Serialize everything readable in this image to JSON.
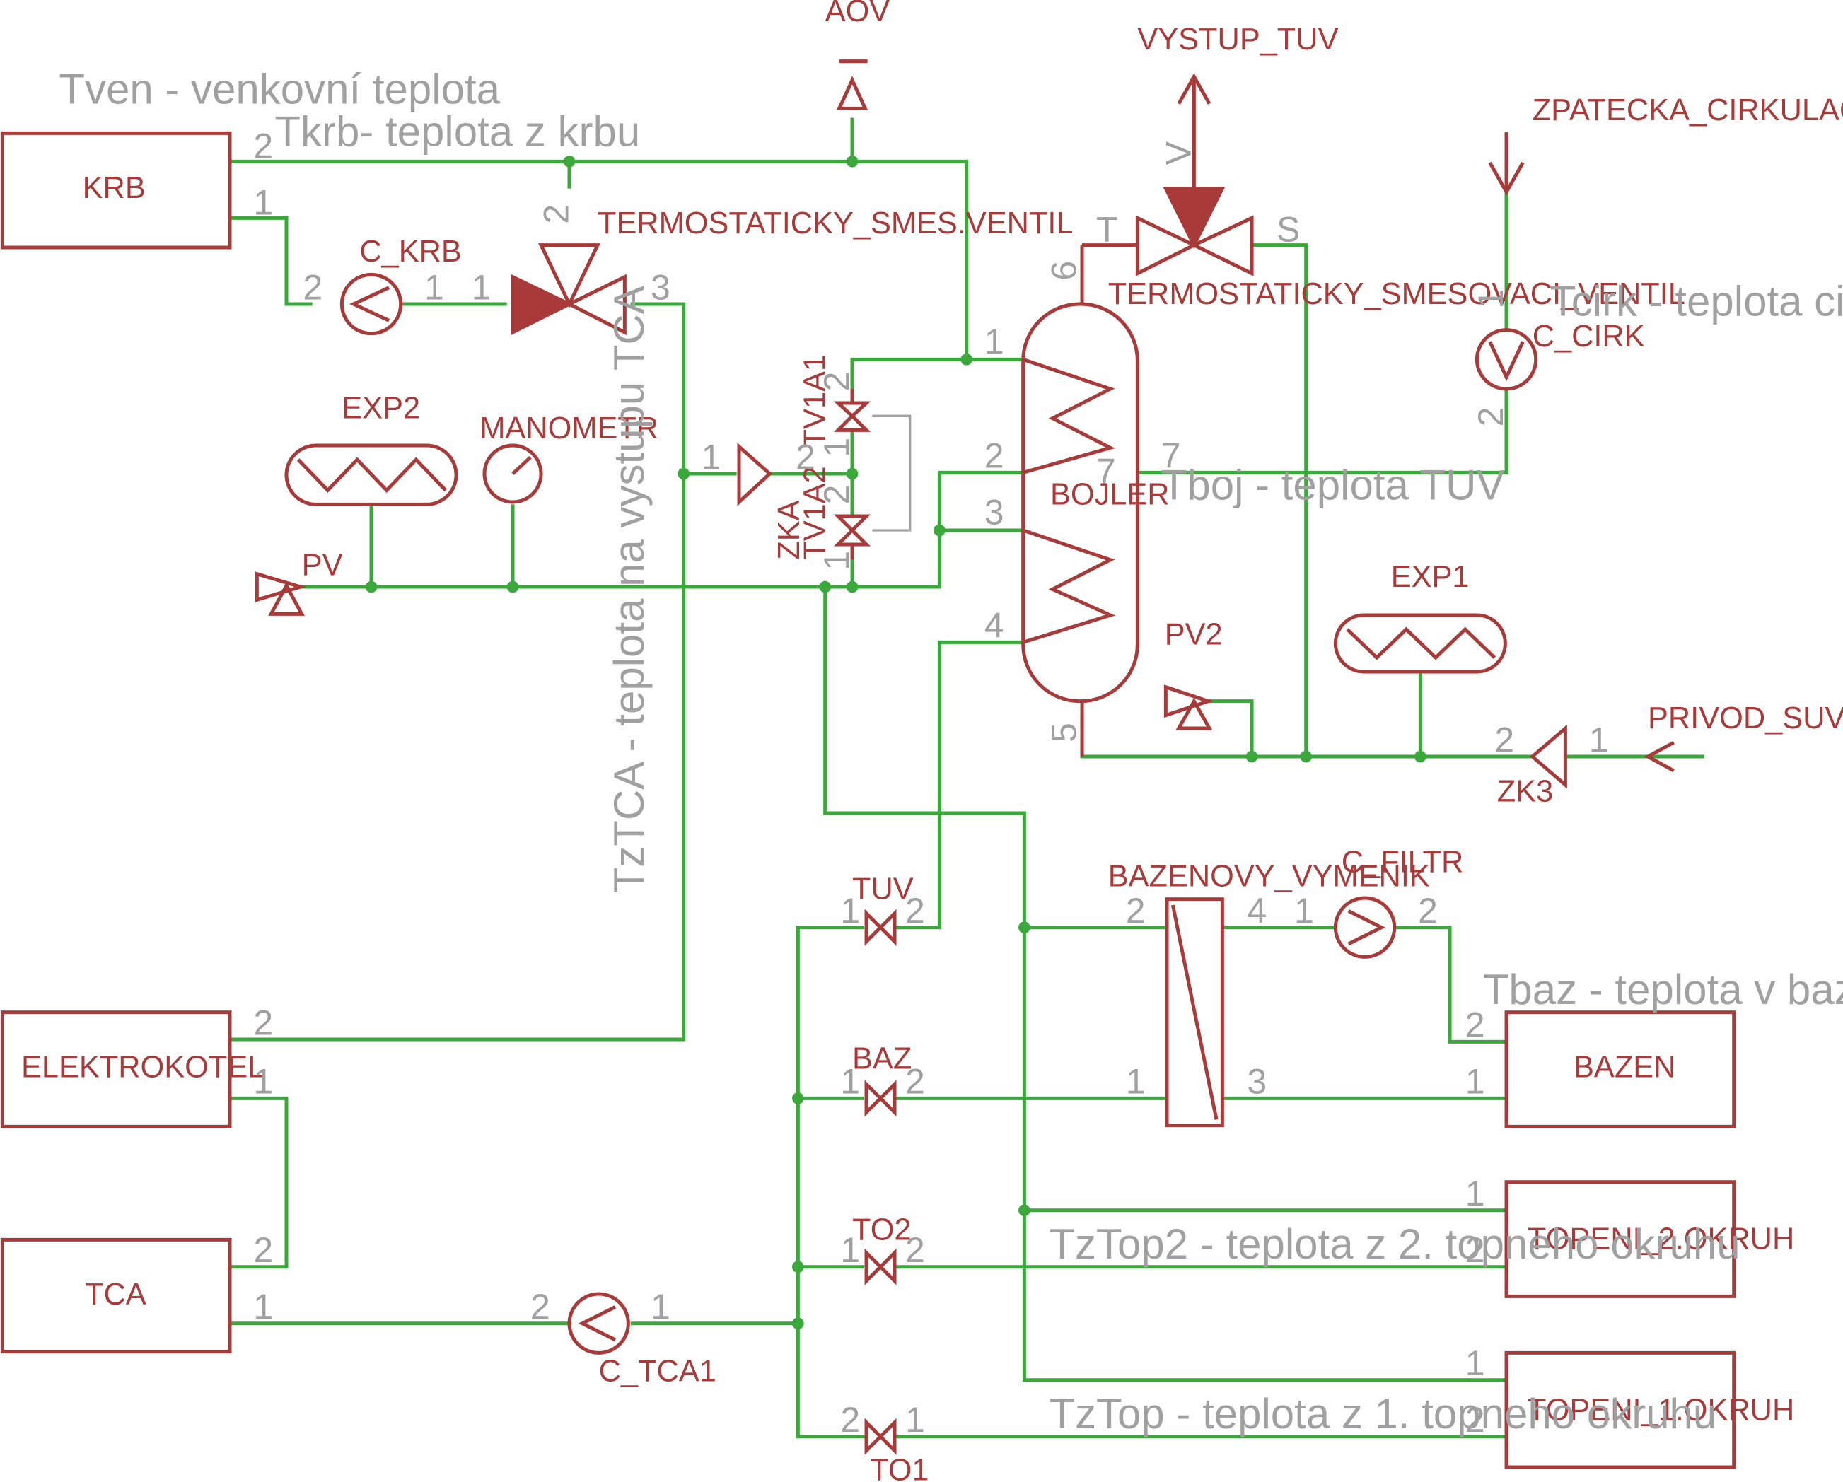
{
  "components": {
    "krb": "KRB",
    "elektrokotel": "ELEKTROKOTEL",
    "tca": "TCA",
    "bazen": "BAZEN",
    "topeni2": "TOPENI_2.OKRUH",
    "topeni1": "TOPENI_1.OKRUH",
    "bojler": "BOJLER",
    "aov": "AOV",
    "vystup_tuv": "VYSTUP_TUV",
    "zpatecka": "ZPATECKA_CIRKULACE",
    "termo_smes": "TERMOSTATICKY_SMES.VENTIL",
    "termo_smesovaci": "TERMOSTATICKY_SMESOVACI_VENTIL",
    "c_krb": "C_KRB",
    "exp2": "EXP2",
    "manometr": "MANOMETR",
    "pv": "PV",
    "tv1a1": "TV1A1",
    "tv1a2": "TV1A2",
    "zka": "ZKA",
    "c_cirk": "C_CIRK",
    "exp1": "EXP1",
    "pv2": "PV2",
    "privod_suv": "PRIVOD_SUV",
    "zk3": "ZK3",
    "tuv": "TUV",
    "baz": "BAZ",
    "to2": "TO2",
    "to1": "TO1",
    "bazenovy_vymenik": "BAZENOVY_VYMENIK",
    "c_filtr": "C_FILTR",
    "c_tca1": "C_TCA1"
  },
  "notes": {
    "tven": "Tven - venkovní teplota",
    "tkrb": "Tkrb- teplota z krbu",
    "tcirk": "Tcirk - teplota cirkulace",
    "tboj": "Tboj - teplota TUV",
    "tztca": "TzTCA - teplota na vystupu TCA",
    "tbaz": "Tbaz - teplota v bazenu",
    "tztop2": "TzTop2 - teplota z 2. topneho okruhu",
    "tztop": "TzTop - teplota z 1. topneho okruhu"
  },
  "pins": {
    "n1": "1",
    "n2": "2",
    "n3": "3",
    "n4": "4",
    "n5": "5",
    "n6": "6",
    "n7": "7",
    "v": "V",
    "t": "T",
    "s": "S"
  },
  "colors": {
    "symbol": "#a83a3a",
    "wire": "#3aa83a",
    "text_gray": "#a0a0a0",
    "background": "#ffffff"
  }
}
